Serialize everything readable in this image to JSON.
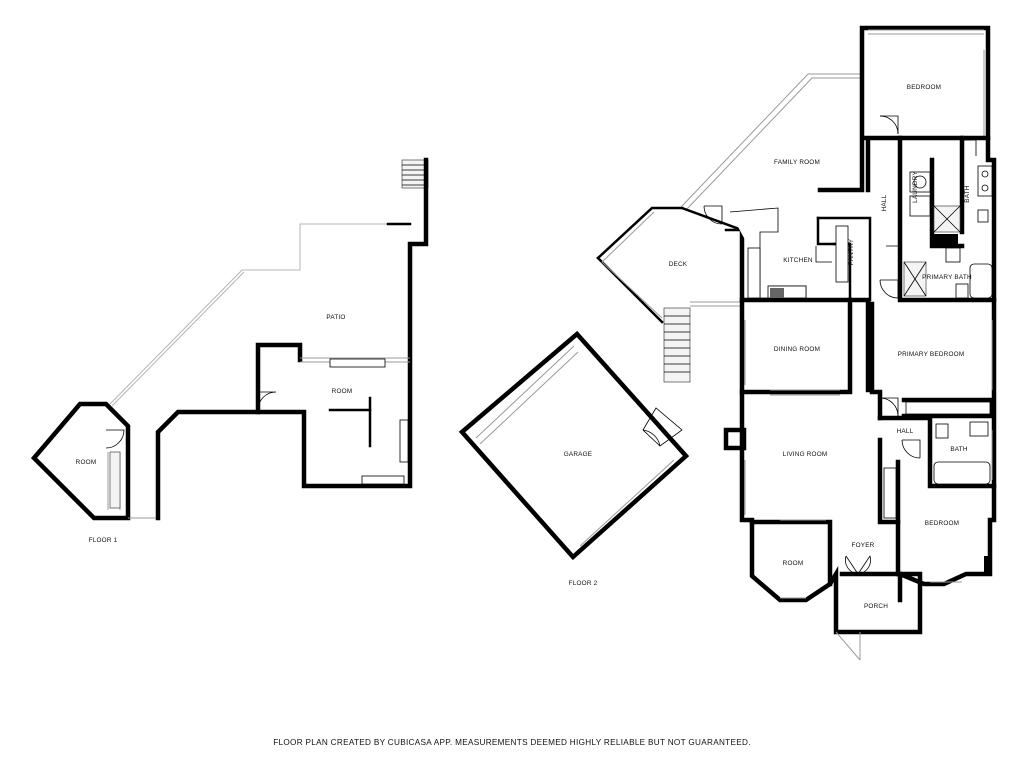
{
  "floors": [
    {
      "label": "FLOOR 1",
      "rooms": {
        "room_left": "ROOM",
        "patio": "PATIO",
        "room_center": "ROOM"
      }
    },
    {
      "label": "FLOOR 2",
      "rooms": {
        "garage": "GARAGE",
        "deck": "DECK",
        "family_room": "FAMILY ROOM",
        "bedroom_top": "BEDROOM",
        "kitchen": "KITCHEN",
        "pantry": "PANTRY",
        "hall_top": "HALL",
        "laundry": "LAUNDRY",
        "bath_top": "BATH",
        "primary_bath": "PRIMARY BATH",
        "dining_room": "DINING ROOM",
        "primary_bedroom": "PRIMARY BEDROOM",
        "hall_mid": "HALL",
        "bath_mid": "BATH",
        "living_room": "LIVING ROOM",
        "bedroom_bottom": "BEDROOM",
        "foyer": "FOYER",
        "room_bottom": "ROOM",
        "porch": "PORCH"
      }
    }
  ],
  "disclaimer": "FLOOR PLAN CREATED BY CUBICASA APP. MEASUREMENTS DEEMED HIGHLY RELIABLE BUT NOT GUARANTEED."
}
